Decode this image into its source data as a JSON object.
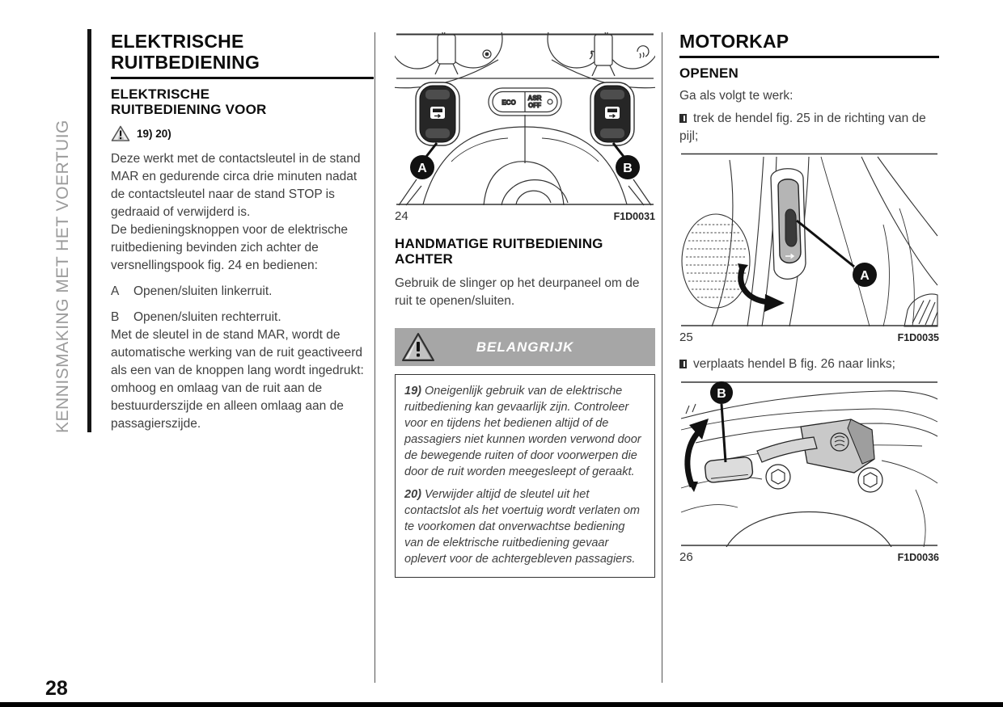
{
  "page": {
    "number": "28",
    "sidebar_label": "KENNISMAKING MET HET VOERTUIG"
  },
  "colors": {
    "banner_bg": "#a6a6a6",
    "label_circle": "#111111",
    "sidebar_text": "#9b9b9b"
  },
  "left_column": {
    "title": "ELEKTRISCHE RUITBEDIENING",
    "section_title": "ELEKTRISCHE RUITBEDIENING VOOR",
    "warning_refs": "19) 20)",
    "para1a": "Deze werkt met de contactsleutel in de stand MAR en gedurende circa drie minuten nadat de contactsleutel naar de stand STOP is gedraaid of verwijderd is.",
    "para1b": "De bedieningsknoppen voor de elektrische ruitbediening bevinden zich achter de versnellingspook fig. 24 en bedienen:",
    "items": [
      {
        "key": "A",
        "text": "Openen/sluiten linkerruit."
      },
      {
        "key": "B",
        "text": "Openen/sluiten rechterruit."
      }
    ],
    "para2": "Met de sleutel in de stand MAR, wordt de automatische werking van de ruit geactiveerd als een van de knoppen lang wordt ingedrukt: omhoog en omlaag van de ruit aan de bestuurderszijde en alleen omlaag aan de passagierszijde."
  },
  "middle_column": {
    "figure24": {
      "number": "24",
      "code": "F1D0031",
      "label_a": "A",
      "label_b": "B",
      "eco_label": "ECO",
      "asr_line1": "ASR",
      "asr_line2": "OFF"
    },
    "section_title": "HANDMATIGE RUITBEDIENING ACHTER",
    "paragraph": "Gebruik de slinger op het deurpaneel om de ruit te openen/sluiten.",
    "banner_label": "BELANGRIJK",
    "notes": [
      {
        "num": "19)",
        "text": "Oneigenlijk gebruik van de elektrische ruitbediening kan gevaarlijk zijn. Controleer voor en tijdens het bedienen altijd of de passagiers niet kunnen worden verwond door de bewegende ruiten of door voorwerpen die door de ruit worden meegesleept of geraakt."
      },
      {
        "num": "20)",
        "text": "Verwijder altijd de sleutel uit het contactslot als het voertuig wordt verlaten om te voorkomen dat onverwachtse bediening van de elektrische ruitbediening gevaar oplevert voor de achtergebleven passagiers."
      }
    ]
  },
  "right_column": {
    "title": "MOTORKAP",
    "section_title": "OPENEN",
    "intro": "Ga als volgt te werk:",
    "bullets": [
      "trek de hendel fig. 25 in de richting van de pijl;",
      "verplaats hendel B fig. 26 naar links;"
    ],
    "figure25": {
      "number": "25",
      "code": "F1D0035",
      "label_a": "A"
    },
    "figure26": {
      "number": "26",
      "code": "F1D0036",
      "label_b": "B"
    }
  }
}
